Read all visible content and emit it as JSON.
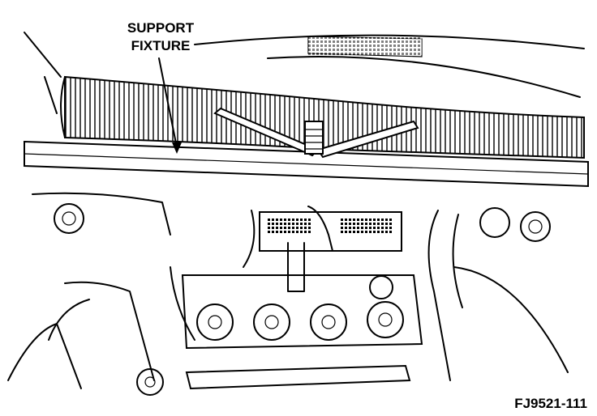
{
  "diagram": {
    "callout_line1": "SUPPORT",
    "callout_line2": "FIXTURE",
    "figure_id": "FJ9521-111"
  },
  "colors": {
    "ink": "#000000",
    "paper": "#ffffff"
  }
}
